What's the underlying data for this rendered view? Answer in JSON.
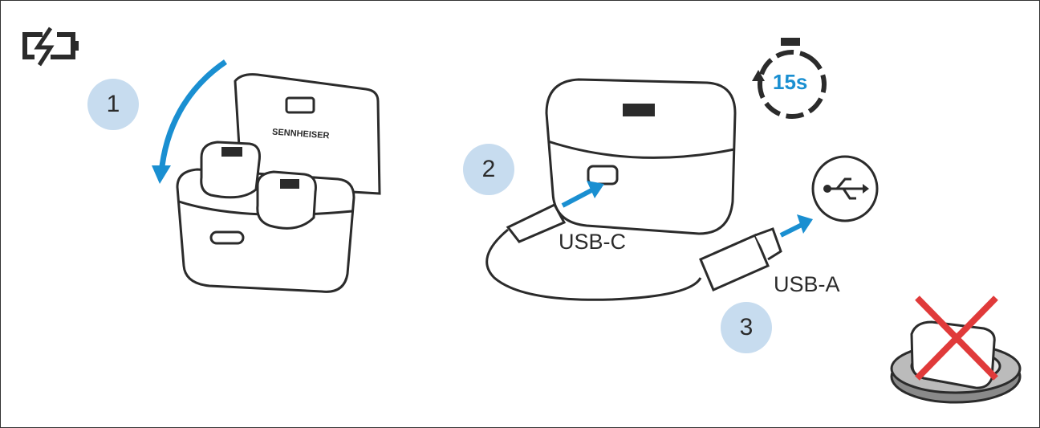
{
  "steps": [
    "1",
    "2",
    "3"
  ],
  "labels": {
    "usb_c": "USB-C",
    "usb_a": "USB-A",
    "timer": "15s",
    "brand": "SENNHEISER"
  },
  "icons": [
    "battery-charging-icon",
    "timer-icon",
    "usb-icon",
    "no-wireless-charging-icon"
  ],
  "colors": {
    "accent": "#1a8fd1",
    "step_bg": "#c7dcef",
    "line": "#2b2b2b",
    "cross": "#e03a3a"
  }
}
